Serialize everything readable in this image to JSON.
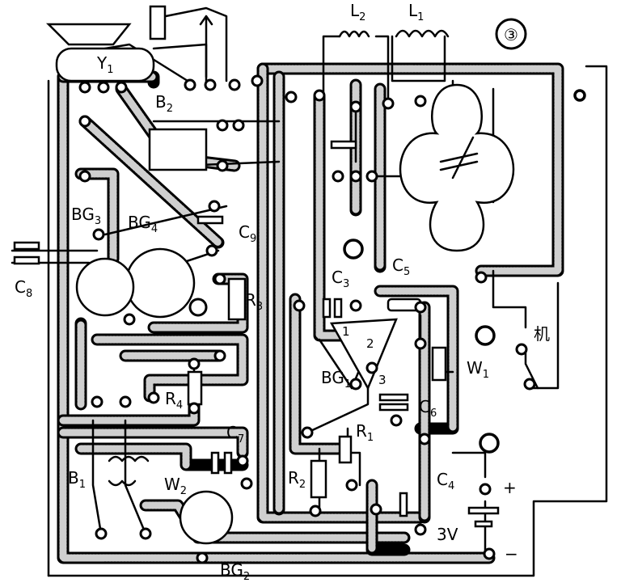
{
  "figure_number": "③",
  "labels": {
    "y1": "Y",
    "y1_sub": "1",
    "b2": "B",
    "b2_sub": "2",
    "bg3": "BG",
    "bg3_sub": "3",
    "bg4": "BG",
    "bg4_sub": "4",
    "c9": "C",
    "c9_sub": "9",
    "c8": "C",
    "c8_sub": "8",
    "r3": "R",
    "r3_sub": "3",
    "r4": "R",
    "r4_sub": "4",
    "c7": "C",
    "c7_sub": "7",
    "b1": "B",
    "b1_sub": "1",
    "w2": "W",
    "w2_sub": "2",
    "bg2": "BG",
    "bg2_sub": "2",
    "l2": "L",
    "l2_sub": "2",
    "l1": "L",
    "l1_sub": "1",
    "c3": "C",
    "c3_sub": "3",
    "c5": "C",
    "c5_sub": "5",
    "bg1": "BG",
    "bg1_sub": "1",
    "w1": "W",
    "w1_sub": "1",
    "c6": "C",
    "c6_sub": "6",
    "r1": "R",
    "r1_sub": "1",
    "r2": "R",
    "r2_sub": "2",
    "c4": "C",
    "c4_sub": "4",
    "switch": "机",
    "plus": "+",
    "minus": "−",
    "battery": "3V",
    "pin1": "1",
    "pin2": "2",
    "pin3": "3"
  }
}
